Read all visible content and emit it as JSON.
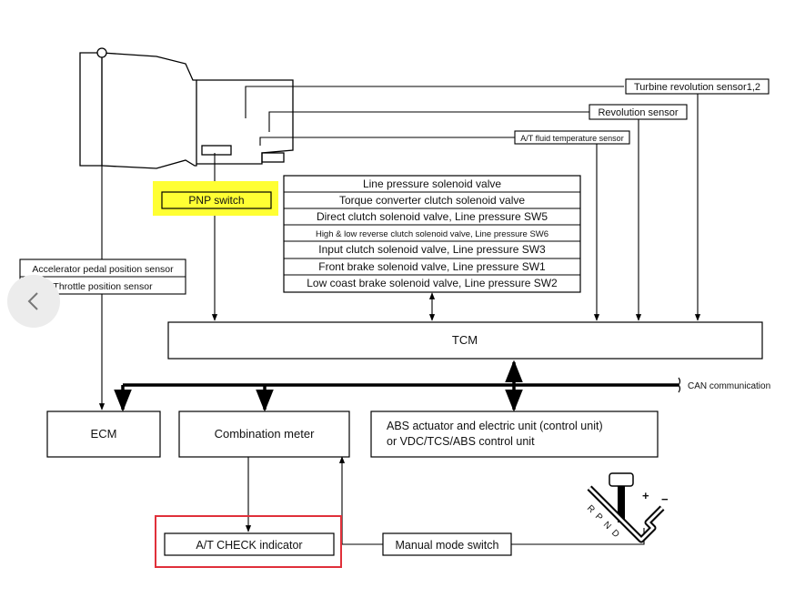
{
  "diagram": {
    "sensors": {
      "turbine": "Turbine revolution sensor1,2",
      "revolution": "Revolution sensor",
      "fluid_temp": "A/T fluid temperature sensor",
      "accelerator": "Accelerator pedal position sensor",
      "throttle": "Throttle position sensor"
    },
    "pnp_switch": "PNP switch",
    "solenoids": [
      "Line pressure solenoid valve",
      "Torque converter clutch solenoid valve",
      "Direct clutch solenoid valve, Line pressure SW5",
      "High & low reverse clutch solenoid valve, Line pressure SW6",
      "Input clutch solenoid valve, Line pressure SW3",
      "Front brake solenoid valve, Line pressure SW1",
      "Low coast  brake solenoid valve, Line pressure SW2"
    ],
    "tcm": "TCM",
    "can": "CAN communication",
    "ecm": "ECM",
    "combination_meter": "Combination meter",
    "abs_line1": "ABS actuator and electric unit (control unit)",
    "abs_line2": "or VDC/TCS/ABS control unit",
    "at_check": "A/T CHECK indicator",
    "manual_mode_switch": "Manual mode switch",
    "shifter": {
      "plus": "+",
      "minus": "−",
      "positions": [
        "R",
        "P",
        "N",
        "D"
      ]
    }
  },
  "highlights": {
    "pnp_color": "#ffff33",
    "at_check_color": "#e0303a"
  },
  "nav": {
    "icon": "chevron-left-icon"
  }
}
